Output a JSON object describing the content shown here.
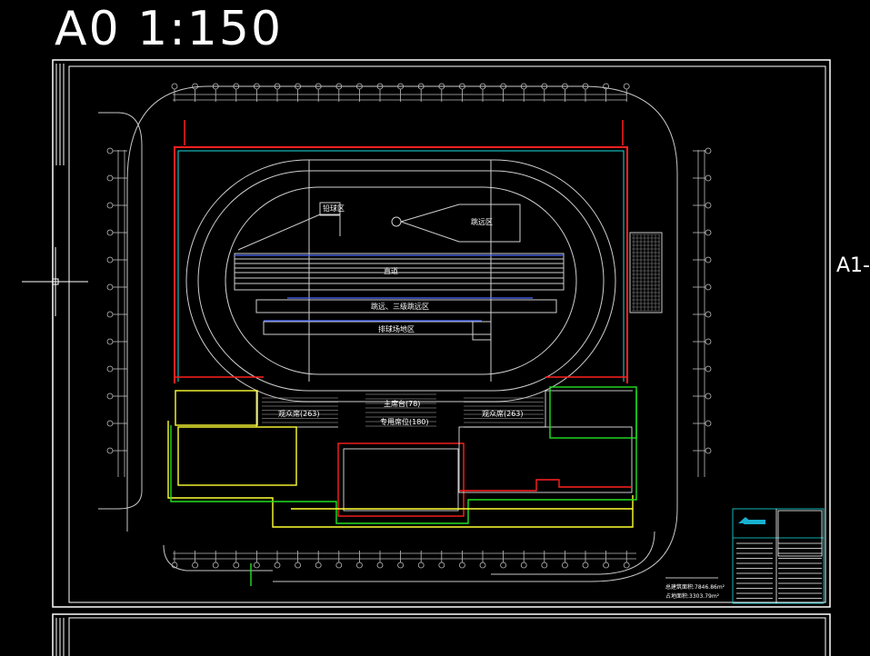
{
  "drawing": {
    "scale_title": "A0 1:150",
    "next_sheet_label": "A1-",
    "colors": {
      "background": "#000000",
      "frame": "#ffffff",
      "axis": "#c0c0c0",
      "wall": "#ff2020",
      "pipe": "#19e0e0",
      "yellow": "#ffff33",
      "green": "#22e022",
      "blue": "#4d6bff",
      "magenta": "#ff33ff"
    },
    "labels": {
      "shot_put_zone": "铅球区",
      "long_jump_zone": "跳远区",
      "straight": "直道",
      "jump_zone_1_2": "跳远、三级跳远区",
      "tennis_zone": "排球场地区",
      "stand_left": "观众席(263)",
      "stand_right": "观众席(263)",
      "main_stand": "主席台(78)",
      "vip_seats": "专用席位(180)",
      "area_line_1": "总建筑面积:7846.86m²",
      "area_line_2": "占地面积:3303.79m²"
    }
  }
}
